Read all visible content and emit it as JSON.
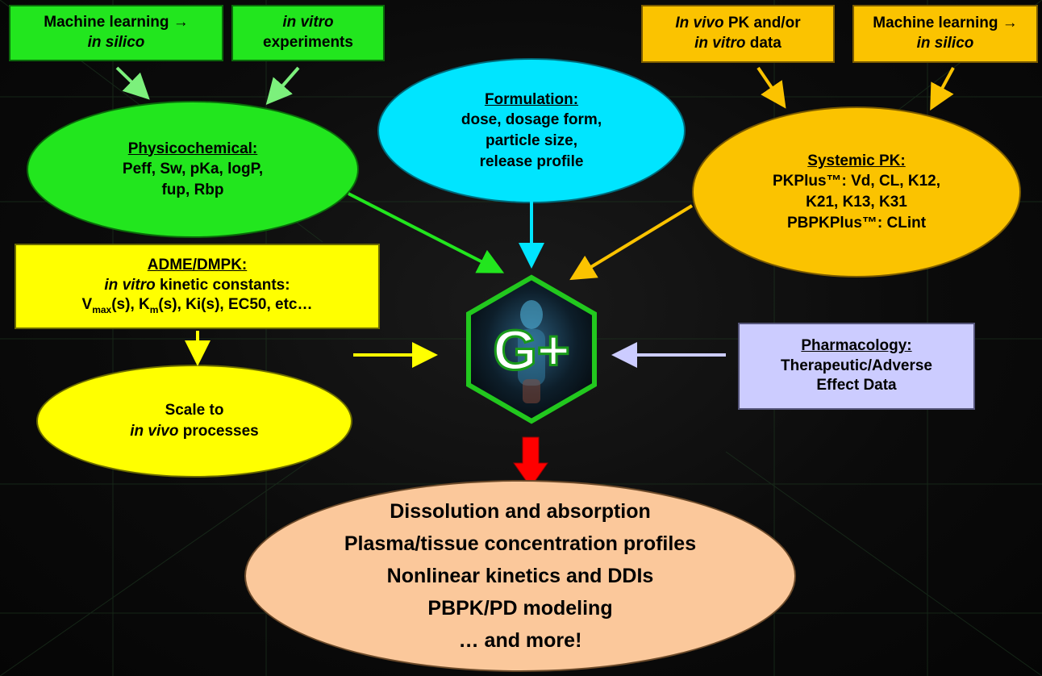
{
  "top_boxes": {
    "ml_left": {
      "line1": "Machine learning →",
      "line2": "in silico"
    },
    "in_vitro_exp": {
      "line1": "in vitro",
      "line2": "experiments"
    },
    "in_vivo_pk": {
      "line1_italic": "In vivo",
      "line1_rest": " PK and/or",
      "line2_italic": "in vitro",
      "line2_rest": " data"
    },
    "ml_right": {
      "line1": "Machine learning →",
      "line2": "in silico"
    }
  },
  "physicochemical": {
    "title": "Physicochemical:",
    "line1": "Peff, Sw, pKa, logP,",
    "line2": "fup, Rbp"
  },
  "formulation": {
    "title": "Formulation:",
    "line1": "dose, dosage form,",
    "line2": "particle size,",
    "line3": "release profile"
  },
  "systemic_pk": {
    "title": "Systemic PK:",
    "line1": "PKPlus™: Vd, CL, K12,",
    "line2": "K21, K13, K31",
    "line3": "PBPKPlus™: CLint"
  },
  "adme": {
    "title": "ADME/DMPK:",
    "line1_italic": "in vitro",
    "line1_rest": " kinetic constants:",
    "vmax": "V",
    "vmax_sub": "max",
    "vmax_rest": "(s), K",
    "km_sub": "m",
    "km_rest": "(s), Ki(s), EC50, etc…"
  },
  "scale": {
    "line1": "Scale to",
    "line2_italic": "in vivo",
    "line2_rest": " processes"
  },
  "pharmacology": {
    "title": "Pharmacology:",
    "line1": "Therapeutic/Adverse",
    "line2": "Effect Data"
  },
  "logo": {
    "text": "G+"
  },
  "outcomes": [
    "Dissolution and absorption",
    "Plasma/tissue concentration profiles",
    "Nonlinear kinetics and DDIs",
    "PBPK/PD modeling",
    "… and more!"
  ],
  "colors": {
    "green": "#22e61e",
    "orange": "#fbc300",
    "yellow": "#ffff00",
    "cyan": "#00e5ff",
    "lavender": "#ccccff",
    "peach": "#fbc89b",
    "red_arrow": "#ff0000",
    "light_green_arrow": "#7cf07c"
  }
}
